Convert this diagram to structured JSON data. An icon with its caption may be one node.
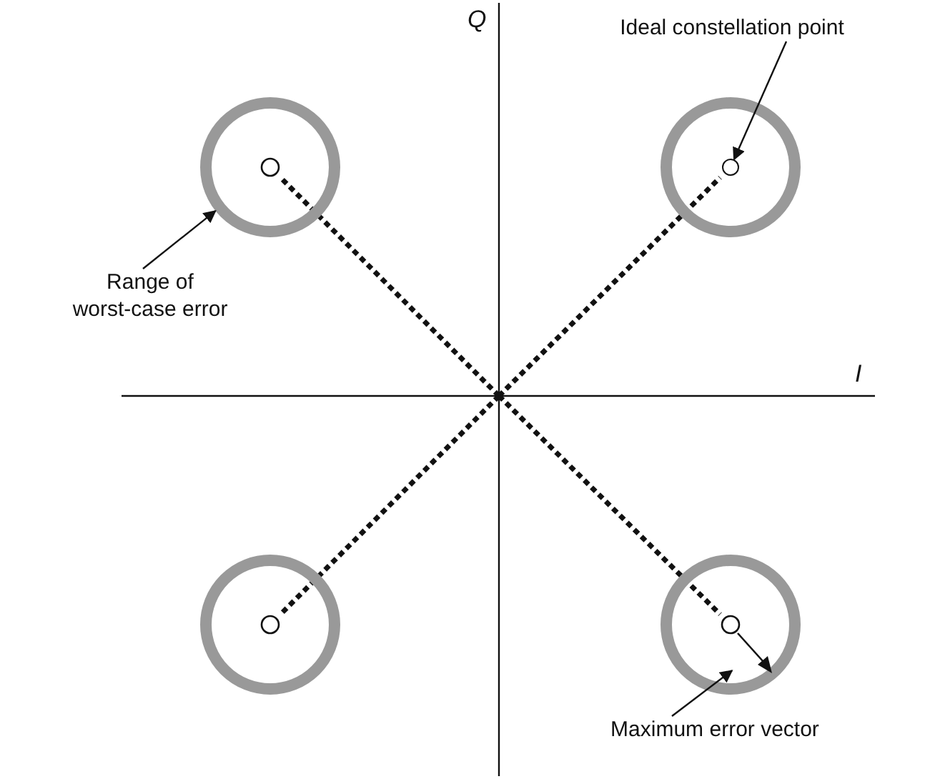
{
  "diagram": {
    "nodes": [
      {
        "text": [
          "Ideal constellation point"
        ]
      },
      {
        "text": [],
        "shape": "circle"
      },
      {
        "text": [],
        "shape": "circle"
      },
      {
        "text": [
          "Range of worst-case error"
        ]
      },
      {
        "text": [
          "Maximum error vector"
        ]
      },
      {
        "text": [],
        "shape": "arrow"
      }
    ],
    "edges": [
      {
        "from": 0,
        "to": 2,
        "arrow": "to"
      },
      {
        "from": 3,
        "to": 1,
        "arrow": "to"
      },
      {
        "from": 4,
        "to": 5,
        "arrow": "to"
      }
    ],
    "labels": [
      "Q",
      "I"
    ]
  }
}
